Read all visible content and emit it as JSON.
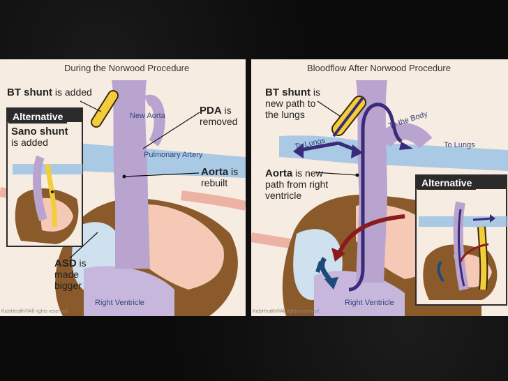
{
  "left": {
    "title": "During the Norwood Procedure",
    "bt_shunt_bold": "BT shunt",
    "bt_shunt_rest": " is added",
    "alternative": "Alternative",
    "sano_bold": "Sano shunt",
    "sano_rest": "is added",
    "new_aorta": "New Aorta",
    "pda_bold": "PDA",
    "pda_rest1": " is",
    "pda_rest2": "removed",
    "pulmonary_artery": "Pulmonary Artery",
    "aorta_bold": "Aorta",
    "aorta_rest1": " is",
    "aorta_rest2": "rebuilt",
    "asd_bold": "ASD",
    "asd_rest1": " is",
    "asd_rest2": "made",
    "asd_rest3": "bigger",
    "right_ventricle": "Right Ventricle",
    "credit": "KidsHealth®All rights reserved."
  },
  "right": {
    "title": "Bloodflow After Norwood Procedure",
    "bt_shunt_bold": "BT shunt",
    "bt_rest1": " is",
    "bt_rest2": "new path to",
    "bt_rest3": "the lungs",
    "to_lungs_left": "To Lungs",
    "to_the_body": "To the Body",
    "to_lungs_right": "To Lungs",
    "aorta_bold": "Aorta",
    "aorta_rest1": " is new",
    "aorta_rest2": "path from right",
    "aorta_rest3": "ventricle",
    "alternative": "Alternative",
    "right_ventricle": "Right Ventricle",
    "credit": "KidsHealth®All rights reserved."
  },
  "colors": {
    "panel_bg": "#f7ece1",
    "heart_brown": "#8b5a2b",
    "heart_pink": "#f5c9b5",
    "vessel_purple": "#b9a4cf",
    "pulmonary_blue": "#a9c9e4",
    "shunt_yellow": "#f3cd3a",
    "flow_dark_purple": "#3a2a7a",
    "flow_dark_blue": "#1e4a7a",
    "flow_red": "#8b1a1a",
    "alt_label_bg": "#2b2b2b"
  }
}
